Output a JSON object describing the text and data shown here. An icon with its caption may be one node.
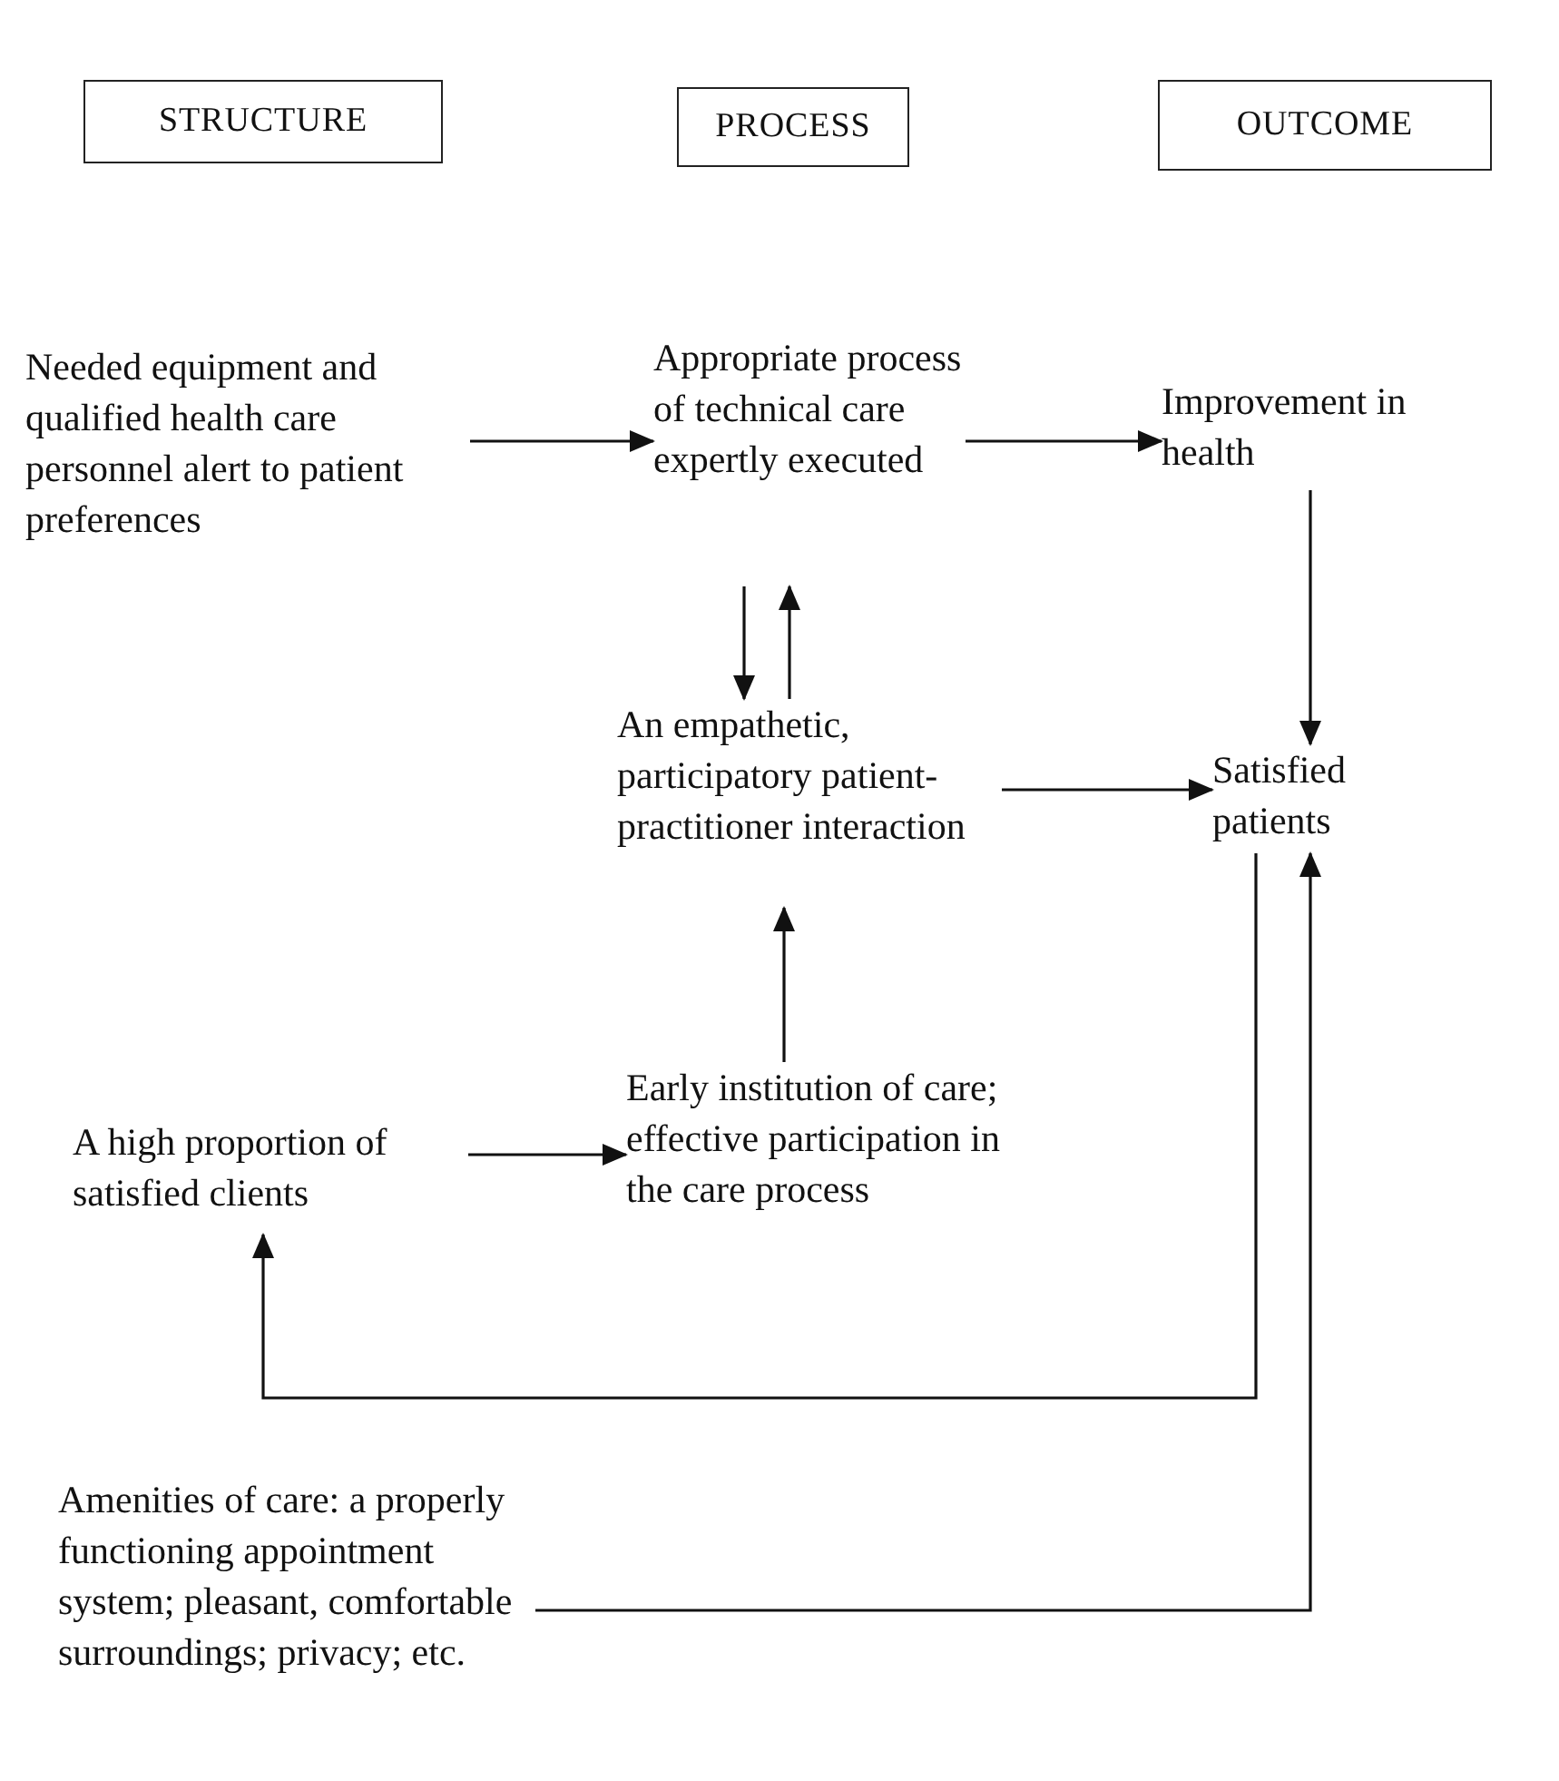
{
  "diagram": {
    "nodes": [
      {
        "text": [
          "STRUCTURE"
        ]
      },
      {
        "text": [
          "PROCESS"
        ]
      },
      {
        "text": [
          "OUTCOME"
        ]
      },
      {
        "text": [
          "Needed equipment and qualified health care personnel alert to patient preferences"
        ]
      },
      {
        "text": [
          "Appropriate process of technical care expertly executed"
        ]
      },
      {
        "text": [
          "Improvement in health"
        ]
      },
      {
        "text": [
          "An empathetic, participatory patient-practitioner interaction"
        ]
      },
      {
        "text": [
          "Satisfied patients"
        ]
      },
      {
        "text": [
          "A high proportion of satisfied clients"
        ]
      },
      {
        "text": [
          "Early institution of care; effective participation in the care process"
        ]
      },
      {
        "text": [
          "Amenities of care: a properly functioning appointment system; pleasant, comfortable surroundings; privacy; etc."
        ]
      }
    ],
    "edges": [
      {
        "from": 3,
        "to": 4,
        "arrow": "to"
      },
      {
        "from": 4,
        "to": 5,
        "arrow": "to"
      },
      {
        "from": 4,
        "to": 6,
        "arrow": "to"
      },
      {
        "from": 6,
        "to": 4,
        "arrow": "to"
      },
      {
        "from": 5,
        "to": 7,
        "arrow": "to"
      },
      {
        "from": 6,
        "to": 7,
        "arrow": "to"
      },
      {
        "from": 9,
        "to": 6,
        "arrow": "to"
      },
      {
        "from": 8,
        "to": 9,
        "arrow": "to"
      },
      {
        "from": 7,
        "to": 8,
        "arrow": "to"
      },
      {
        "from": 10,
        "to": 7,
        "arrow": "to"
      }
    ]
  }
}
